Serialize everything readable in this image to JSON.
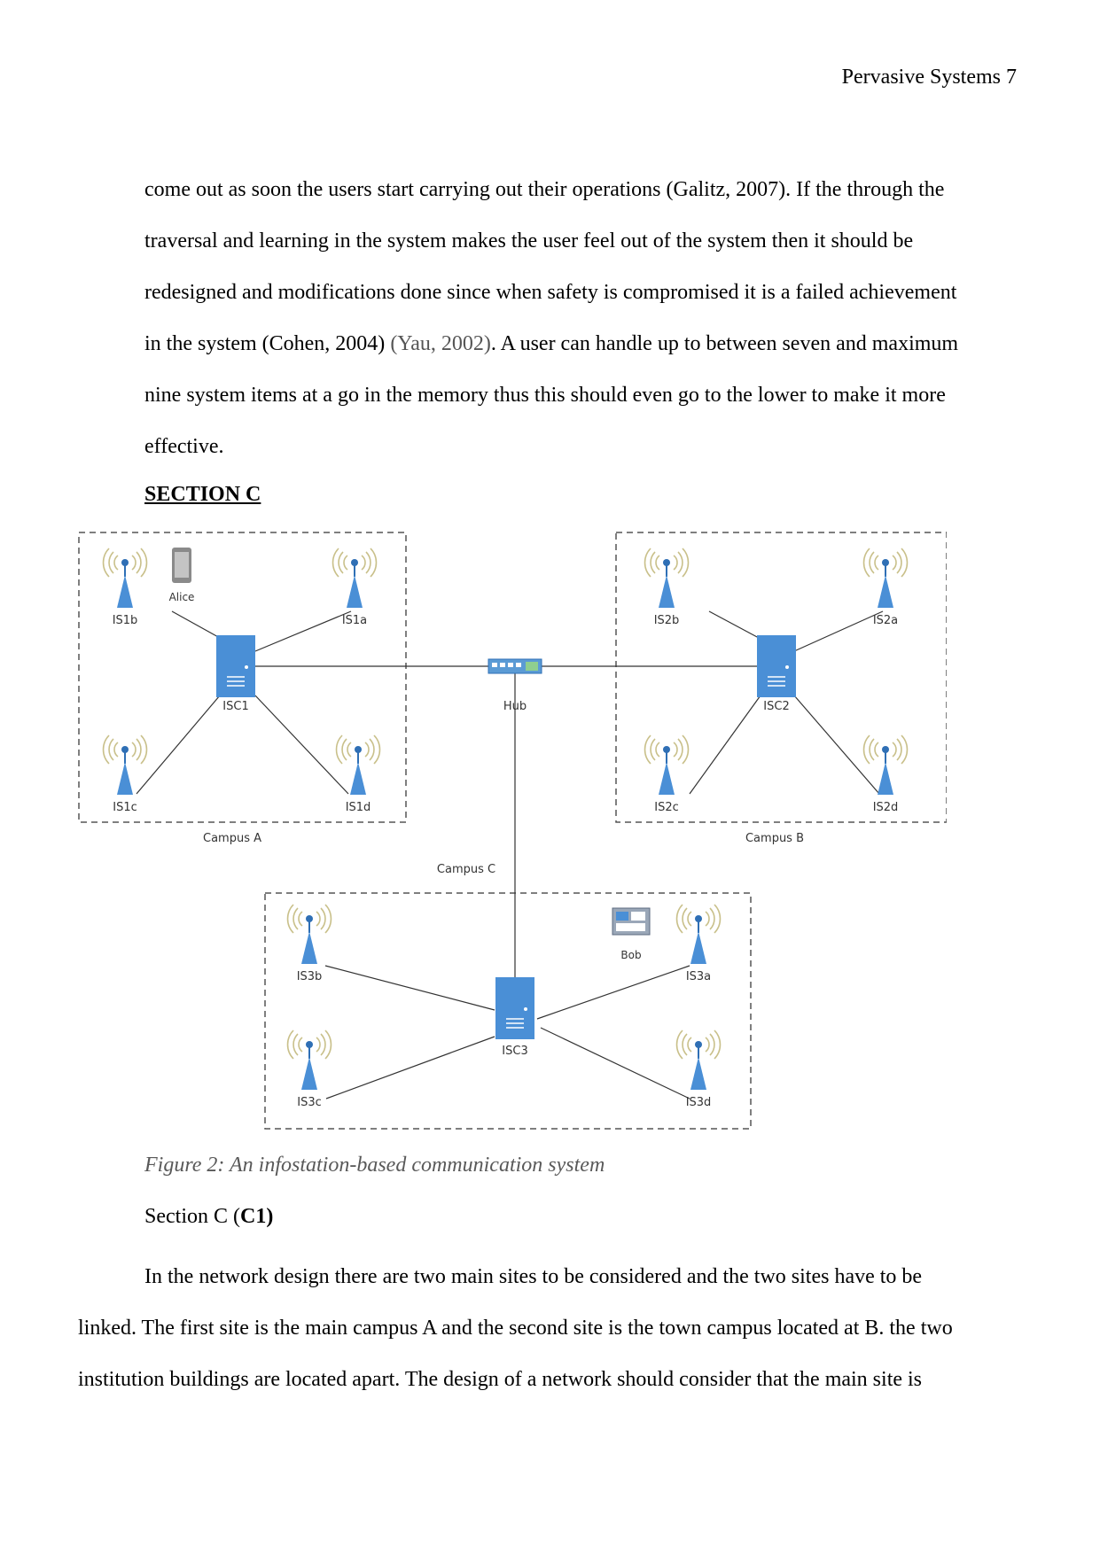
{
  "header": {
    "running_title": "Pervasive Systems 7"
  },
  "intro_paragraph": {
    "lines": [
      "come out as soon the users start carrying out their operations (Galitz, 2007). If the through the",
      "traversal and learning in the system makes the user feel out of the system then it should be",
      "redesigned and modifications done since when safety is compromised it is a failed achievement",
      "nine system items at a go in the memory thus this should even go to the lower to make it more",
      "effective."
    ],
    "line4_part1": "in the system (Cohen, 2004) ",
    "line4_ref": "(Yau, 2002)",
    "line4_part2": ". A user can handle up to between seven and maximum"
  },
  "section_heading": "SECTION C",
  "figure": {
    "campus_a": {
      "label": "Campus A",
      "server": "ISC1",
      "user": "Alice",
      "stations": [
        "IS1b",
        "IS1a",
        "IS1c",
        "IS1d"
      ]
    },
    "campus_b": {
      "label": "Campus B",
      "server": "ISC2",
      "stations": [
        "IS2b",
        "IS2a",
        "IS2c",
        "IS2d"
      ]
    },
    "campus_c": {
      "label": "Campus C",
      "server": "ISC3",
      "user": "Bob",
      "stations": [
        "IS3b",
        "IS3a",
        "IS3c",
        "IS3d"
      ]
    },
    "hub": "Hub",
    "colors": {
      "device_blue": "#4a8fd6",
      "signal_arc": "#c9c08a",
      "line": "#333333"
    },
    "caption": "Figure 2: An infostation-based communication system"
  },
  "subsection": {
    "prefix": "Section C (",
    "bold": "C1)"
  },
  "body_paragraph": {
    "lines": [
      "In the network design there are two main sites to be considered and the two sites have to be",
      "linked. The first site is the main campus A and the second site is the town campus located at B. the two",
      "institution buildings are located apart. The design of a network should consider that the main site is"
    ]
  }
}
